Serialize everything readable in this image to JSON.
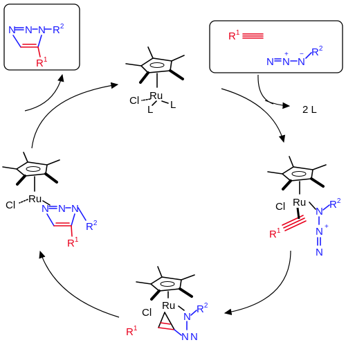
{
  "catalyst": {
    "metal": "Ru",
    "ligand_cl": "Cl",
    "ligand_l1": "L",
    "ligand_l2": "L"
  },
  "reagents": {
    "alkyne_r": "R",
    "alkyne_r_sup": "1",
    "azide_n1": "N",
    "azide_n2": "N",
    "azide_n3": "N",
    "azide_plus": "+",
    "azide_minus": "−",
    "azide_r": "R",
    "azide_r_sup": "2"
  },
  "release": {
    "label": "2 L"
  },
  "product": {
    "n1": "N",
    "n2": "N",
    "n3": "N",
    "r2": "R",
    "r2_sup": "2",
    "r1": "R",
    "r1_sup": "1"
  },
  "complex_right": {
    "metal": "Ru",
    "cl": "Cl",
    "n_a": "N",
    "r2": "R",
    "r2_sup": "2",
    "n_b": "N",
    "plus": "+",
    "n_c": "N",
    "r1": "R",
    "r1_sup": "1"
  },
  "complex_bottom": {
    "metal": "Ru",
    "cl": "Cl",
    "n1": "N",
    "r2": "R",
    "r2_sup": "2",
    "r1": "R",
    "r1_sup": "1",
    "n2": "N",
    "n3": "N"
  },
  "complex_left": {
    "metal": "Ru",
    "cl": "Cl",
    "n1": "N",
    "n2": "N",
    "n3": "N",
    "r2": "R",
    "r2_sup": "2",
    "r1": "R",
    "r1_sup": "1"
  }
}
